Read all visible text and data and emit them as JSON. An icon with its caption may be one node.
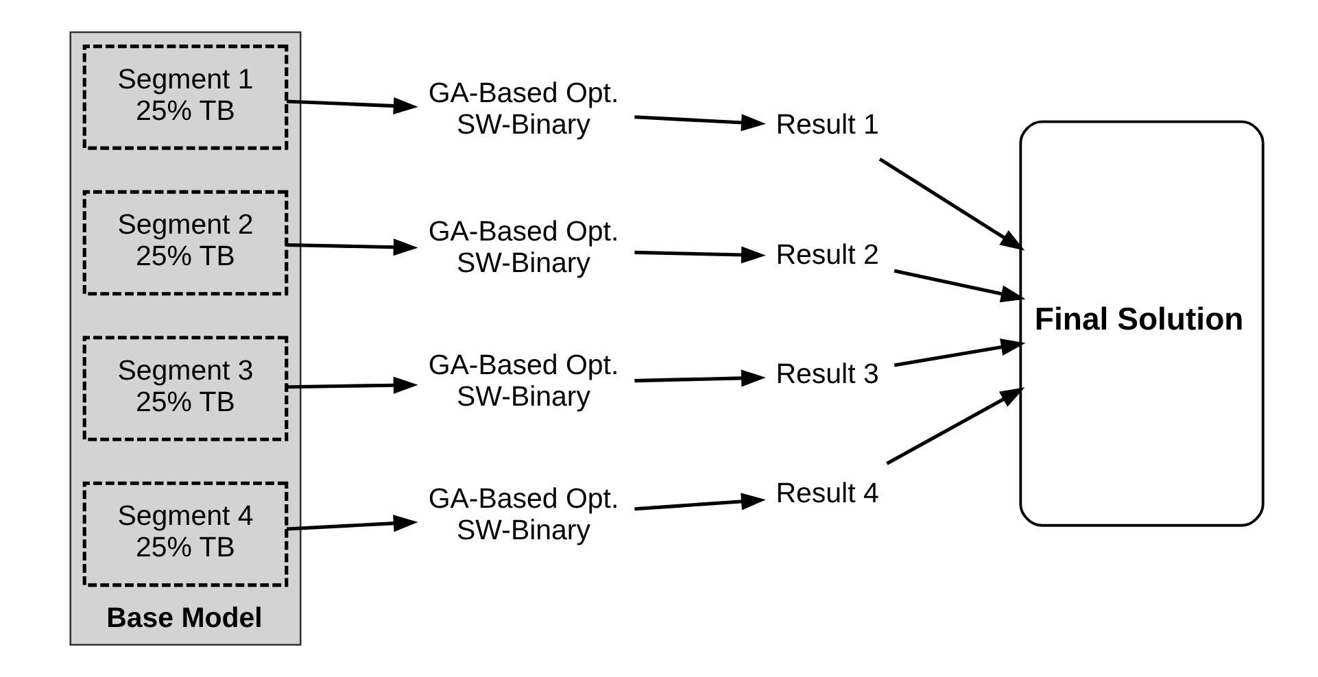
{
  "diagram": {
    "nodes": [
      {
        "text": [
          "Base Model"
        ]
      },
      {
        "text": [
          "Segment 1",
          "25% TB"
        ],
        "in": 0
      },
      {
        "text": [
          "Segment 2",
          "25% TB"
        ],
        "in": 0
      },
      {
        "text": [
          "Segment 3",
          "25% TB"
        ],
        "in": 0
      },
      {
        "text": [
          "Segment 4",
          "25% TB"
        ],
        "in": 0
      },
      {
        "text": [
          "GA-Based Opt.",
          "SW-Binary"
        ]
      },
      {
        "text": [
          "GA-Based Opt.",
          "SW-Binary"
        ]
      },
      {
        "text": [
          "GA-Based Opt.",
          "SW-Binary"
        ]
      },
      {
        "text": [
          "GA-Based Opt.",
          "SW-Binary"
        ]
      },
      {
        "text": [
          "Result 1"
        ]
      },
      {
        "text": [
          "Result 2"
        ]
      },
      {
        "text": [
          "Result 3"
        ]
      },
      {
        "text": [
          "Result 4"
        ]
      },
      {
        "text": [
          "Final Solution"
        ]
      }
    ],
    "edges": [
      {
        "from": 1,
        "to": 5,
        "arrow": "to"
      },
      {
        "from": 2,
        "to": 6,
        "arrow": "to"
      },
      {
        "from": 3,
        "to": 7,
        "arrow": "to"
      },
      {
        "from": 4,
        "to": 8,
        "arrow": "to"
      },
      {
        "from": 5,
        "to": 9,
        "arrow": "to"
      },
      {
        "from": 6,
        "to": 10,
        "arrow": "to"
      },
      {
        "from": 7,
        "to": 11,
        "arrow": "to"
      },
      {
        "from": 8,
        "to": 12,
        "arrow": "to"
      },
      {
        "from": 9,
        "to": 13,
        "arrow": "to"
      },
      {
        "from": 10,
        "to": 13,
        "arrow": "to"
      },
      {
        "from": 11,
        "to": 13,
        "arrow": "to"
      },
      {
        "from": 12,
        "to": 13,
        "arrow": "to"
      }
    ]
  }
}
